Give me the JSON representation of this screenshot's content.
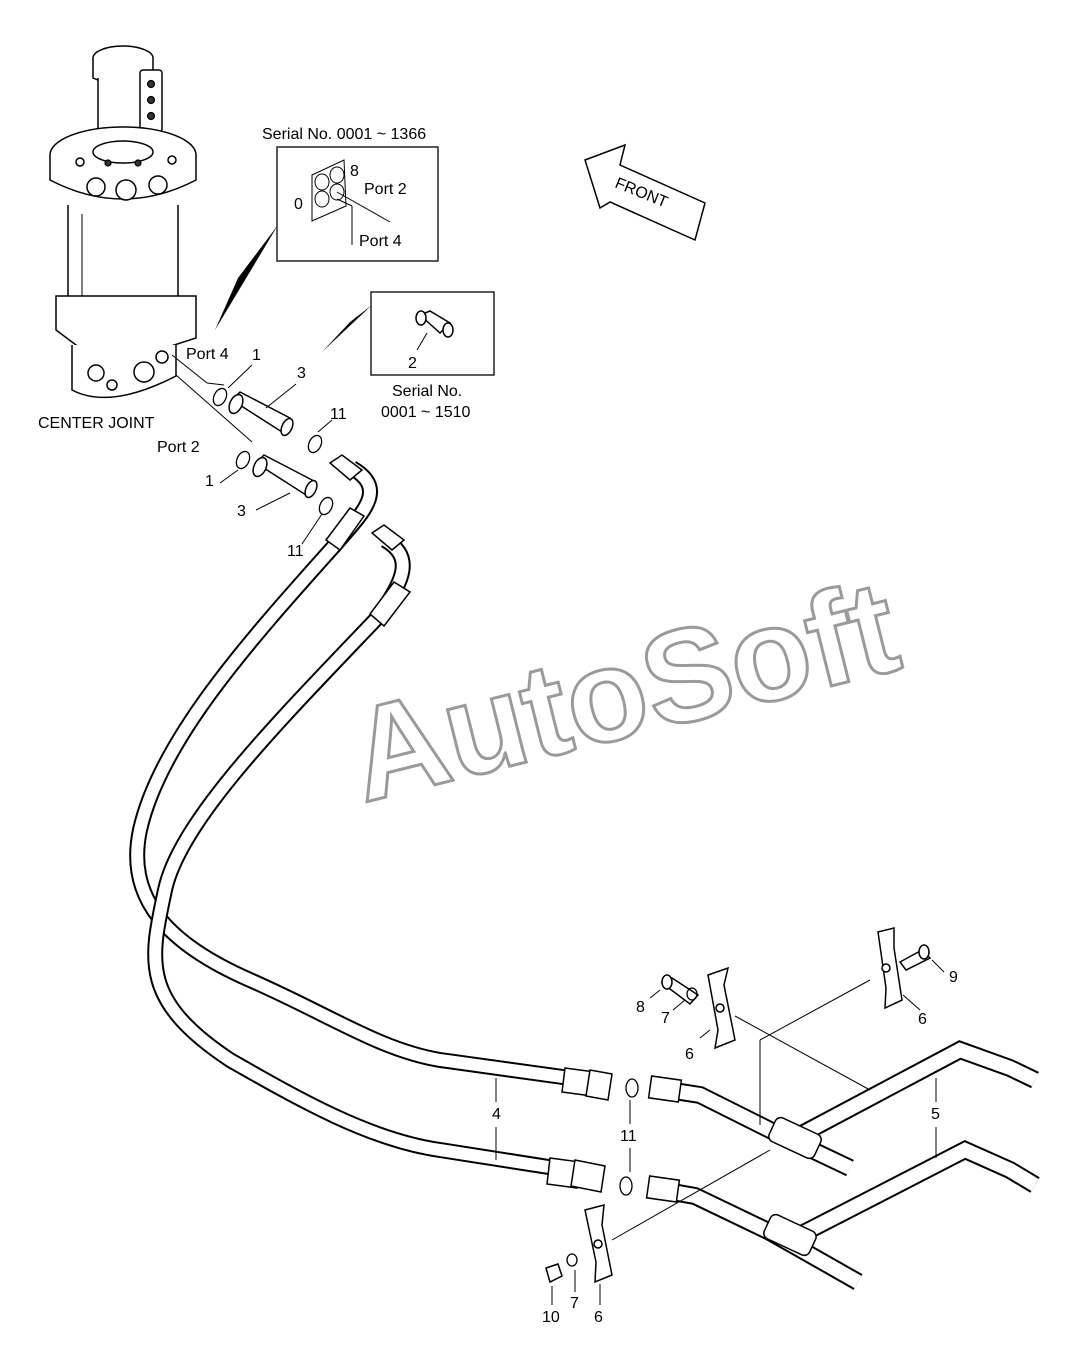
{
  "labels": {
    "center_joint": "CENTER JOINT",
    "port4": "Port 4",
    "port2": "Port 2",
    "front": "FRONT",
    "watermark": "AutoSoft"
  },
  "inset_a": {
    "serial": "Serial No. 0001 ~ 1366",
    "num_8": "8",
    "num_0": "0",
    "port2": "Port 2",
    "port4": "Port 4"
  },
  "inset_b": {
    "num_2": "2",
    "serial_line1": "Serial No.",
    "serial_line2": "0001 ~ 1510"
  },
  "callouts": {
    "c1a": "1",
    "c1b": "1",
    "c3a": "3",
    "c3b": "3",
    "c11a": "11",
    "c11b": "11",
    "c11c": "11",
    "c4": "4",
    "c5": "5",
    "c6a": "6",
    "c6b": "6",
    "c6c": "6",
    "c7a": "7",
    "c7b": "7",
    "c8": "8",
    "c9": "9",
    "c10": "10"
  }
}
